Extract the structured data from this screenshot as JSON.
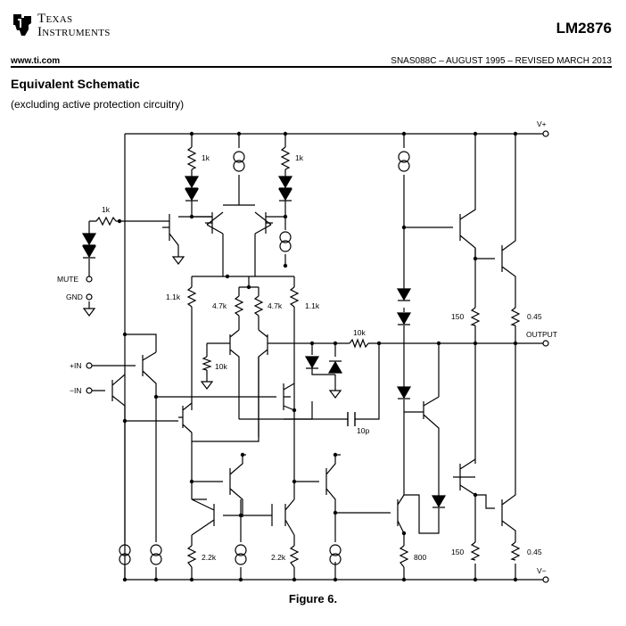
{
  "header": {
    "company_line1": "Texas",
    "company_line2": "Instruments",
    "part_number": "LM2876",
    "url": "www.ti.com",
    "doc_ref": "SNAS088C – AUGUST 1995 – REVISED MARCH 2013"
  },
  "section": {
    "title": "Equivalent Schematic",
    "subtitle": "(excluding active protection circuitry)"
  },
  "schematic": {
    "pins": {
      "vplus": "V+",
      "vminus": "V−",
      "output": "OUTPUT",
      "mute": "MUTE",
      "gnd": "GND",
      "in_plus": "+IN",
      "in_minus": "−IN"
    },
    "components": {
      "r_top_left": "1k",
      "r_top_right": "1k",
      "r_mute": "1k",
      "r_1k1_left": "1.1k",
      "r_1k1_right": "1.1k",
      "r_4k7_left": "4.7k",
      "r_4k7_right": "4.7k",
      "r_10k_feedback": "10k",
      "r_10k_bias": "10k",
      "c_10p": "10p",
      "r_2k2_left": "2.2k",
      "r_2k2_right": "2.2k",
      "r_800": "800",
      "r_150_top": "150",
      "r_150_bottom": "150",
      "r_045_top": "0.45",
      "r_045_bottom": "0.45"
    }
  },
  "figure": {
    "caption": "Figure 6."
  }
}
